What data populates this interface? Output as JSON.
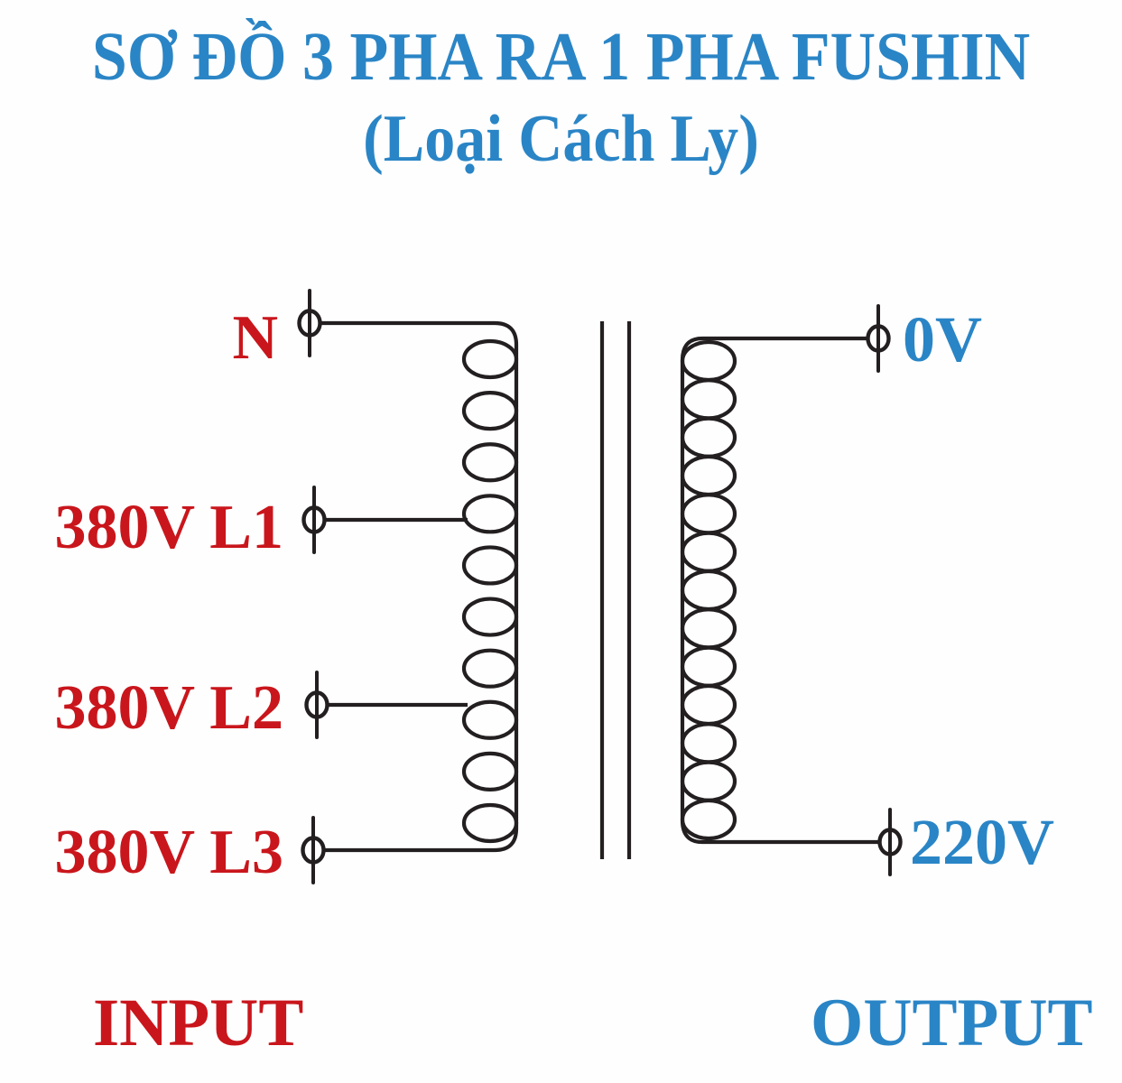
{
  "title": {
    "line1": "SƠ ĐỒ 3 PHA RA 1 PHA FUSHIN",
    "line2": "(Loại Cách Ly)"
  },
  "input": {
    "heading": "INPUT",
    "terminals": [
      {
        "label": "N"
      },
      {
        "label": "380V L1"
      },
      {
        "label": "380V L2"
      },
      {
        "label": "380V L3"
      }
    ]
  },
  "output": {
    "heading": "OUTPUT",
    "terminals": [
      {
        "label": "0V"
      },
      {
        "label": "220V"
      }
    ]
  },
  "diagram": {
    "type": "transformer-winding-schematic",
    "primary_loops": 10,
    "secondary_loops": 13,
    "core_lines": 2
  },
  "colors": {
    "input_red": "#c9161c",
    "output_blue": "#2a85c6",
    "line_black": "#231f20"
  }
}
